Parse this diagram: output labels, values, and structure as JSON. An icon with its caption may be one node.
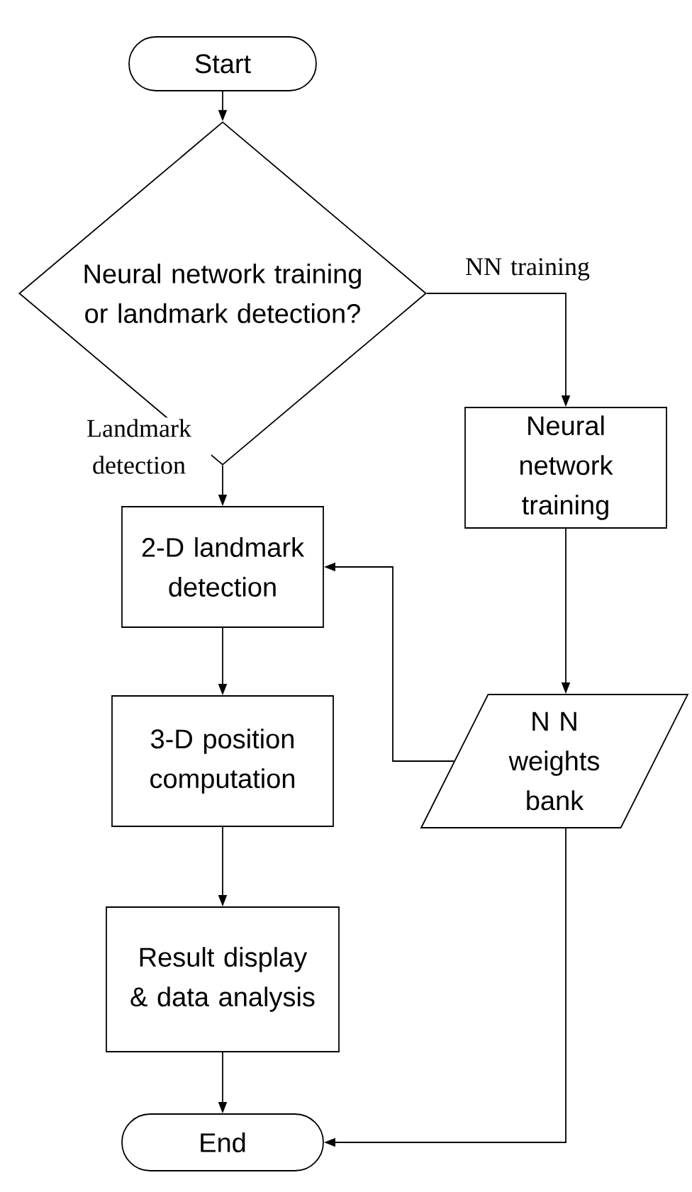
{
  "diagram": {
    "nodes": [
      {
        "text": [
          "Start"
        ]
      },
      {
        "text": [
          "Neural network training or landmark detection?"
        ]
      },
      {
        "text": [
          "Neural network training"
        ]
      },
      {
        "text": [
          "2-D landmark detection"
        ]
      },
      {
        "text": [
          "3-D position computation"
        ]
      },
      {
        "text": [
          "N N weights bank"
        ]
      },
      {
        "text": [
          "Result display & data analysis"
        ]
      },
      {
        "text": [
          "End"
        ]
      }
    ],
    "edges": [
      {
        "from": 0,
        "to": 1,
        "arrow": "to"
      },
      {
        "from": 1,
        "to": 3,
        "arrow": "to",
        "label": "Landmark detection"
      },
      {
        "from": 1,
        "to": 2,
        "arrow": "to",
        "label": "NN training"
      },
      {
        "from": 2,
        "to": 5,
        "arrow": "to"
      },
      {
        "from": 5,
        "to": 3,
        "arrow": "to"
      },
      {
        "from": 3,
        "to": 4,
        "arrow": "to"
      },
      {
        "from": 4,
        "to": 6,
        "arrow": "to"
      },
      {
        "from": 6,
        "to": 7,
        "arrow": "to"
      },
      {
        "from": 5,
        "to": 7,
        "arrow": "to"
      }
    ]
  }
}
